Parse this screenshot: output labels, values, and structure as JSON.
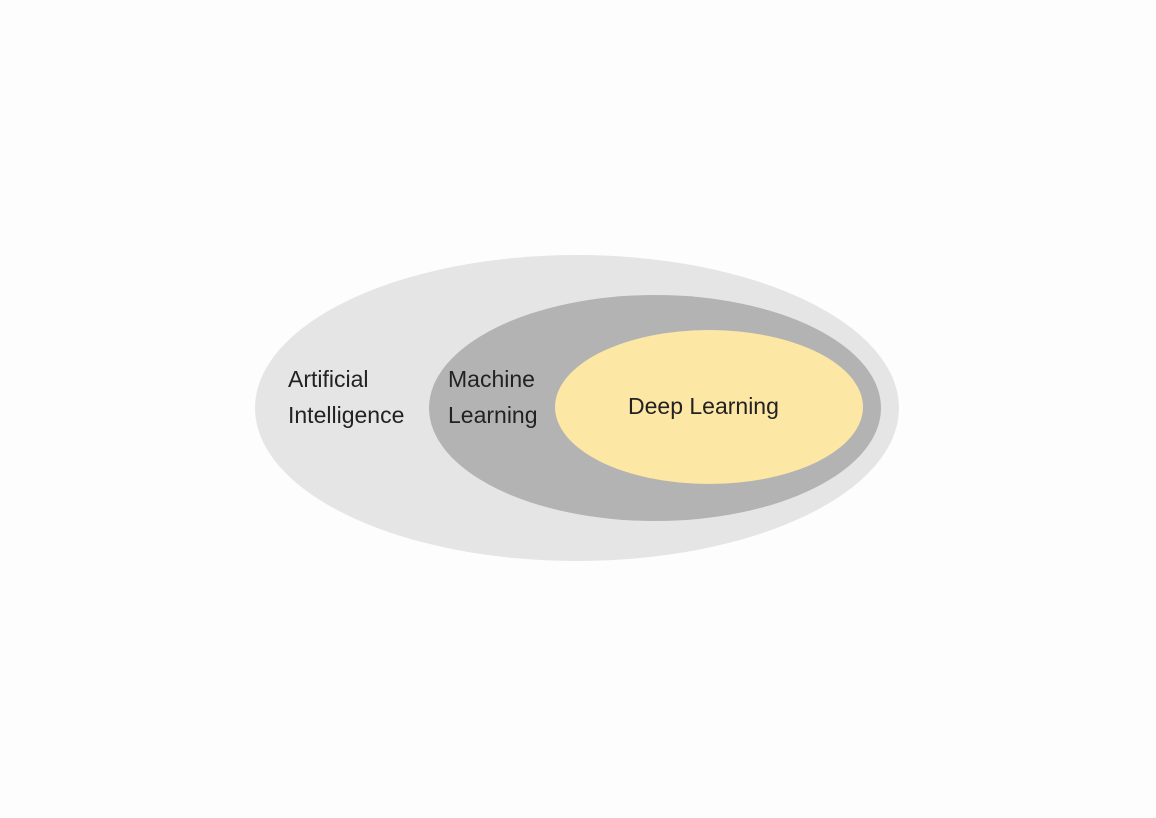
{
  "diagram": {
    "ai": {
      "line1": "Artificial",
      "line2": "Intelligence",
      "fill": "#e5e5e5"
    },
    "ml": {
      "line1": "Machine",
      "line2": "Learning",
      "fill": "#b3b3b3"
    },
    "dl": {
      "label": "Deep Learning",
      "fill": "#fde7a4"
    },
    "text_color": "#222222",
    "background": "#fdfdfd"
  }
}
